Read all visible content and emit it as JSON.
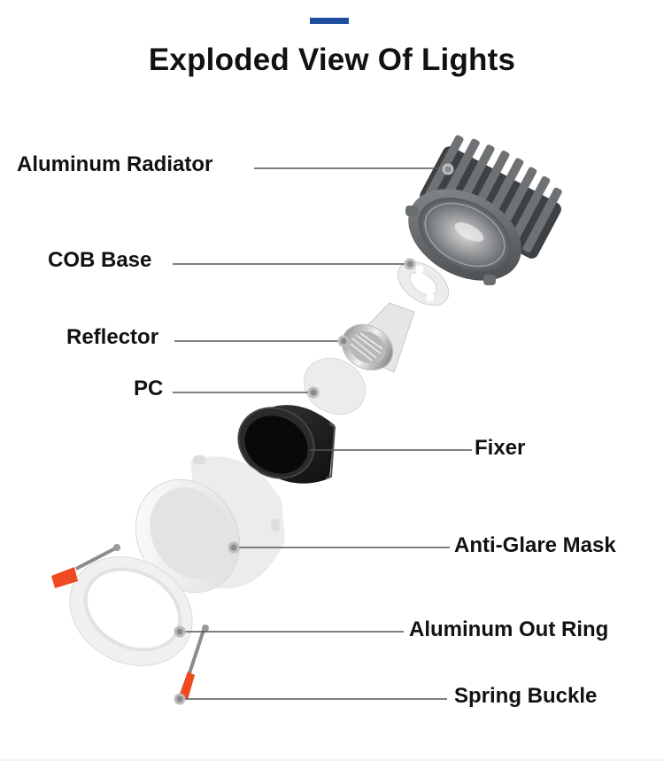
{
  "header": {
    "accent_color": "#1f4e9c",
    "title": "Exploded View Of Lights"
  },
  "parts": [
    {
      "id": "aluminum-radiator",
      "label": "Aluminum Radiator",
      "side": "left"
    },
    {
      "id": "cob-base",
      "label": "COB Base",
      "side": "left"
    },
    {
      "id": "reflector",
      "label": "Reflector",
      "side": "left"
    },
    {
      "id": "pc",
      "label": "PC",
      "side": "left"
    },
    {
      "id": "fixer",
      "label": "Fixer",
      "side": "right"
    },
    {
      "id": "anti-glare-mask",
      "label": "Anti-Glare Mask",
      "side": "right"
    },
    {
      "id": "aluminum-out-ring",
      "label": "Aluminum Out Ring",
      "side": "right"
    },
    {
      "id": "spring-buckle",
      "label": "Spring Buckle",
      "side": "right"
    }
  ],
  "colors": {
    "leader_line": "#555555",
    "anchor_dot": "#8a8a8a",
    "radiator": "#6b6e70",
    "fixer": "#1c1c1c",
    "white_parts": "#f3f3f3",
    "spring_tab": "#f04a22"
  }
}
